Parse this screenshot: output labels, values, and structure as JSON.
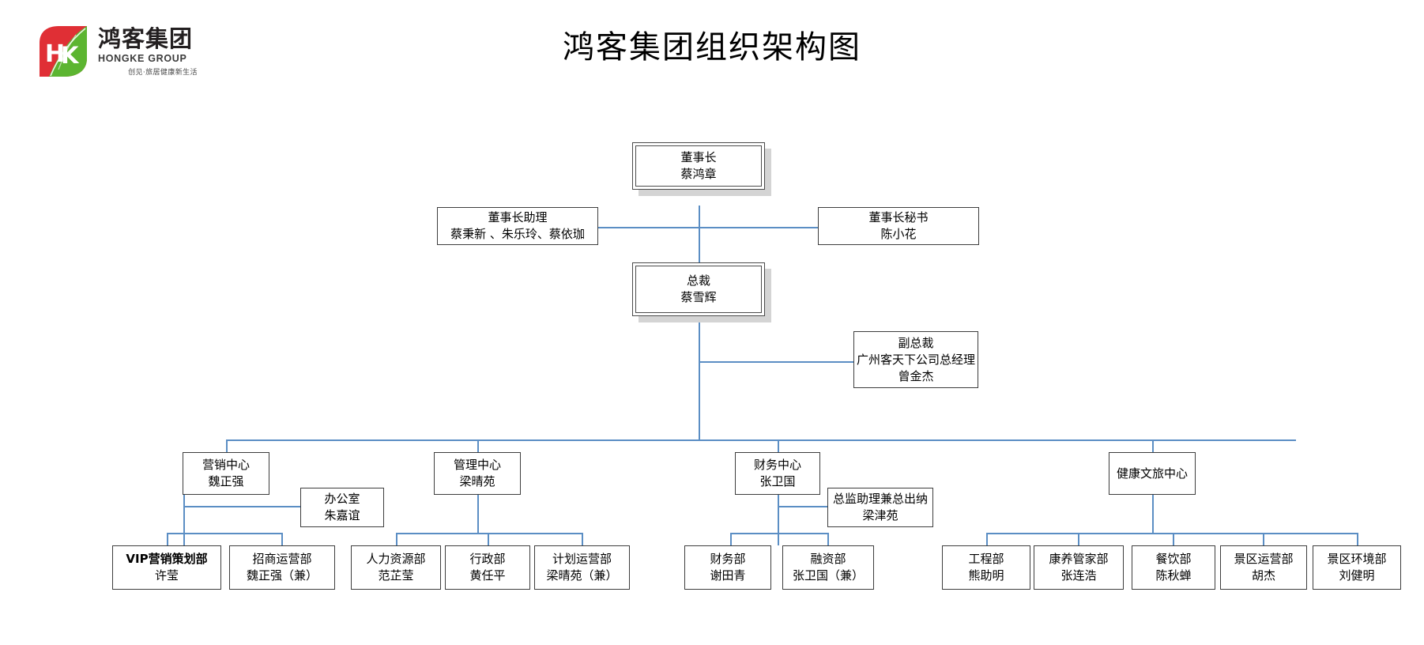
{
  "document": {
    "title": "鸿客集团组织架构图"
  },
  "logo": {
    "mark_text": "HK",
    "cn_name": "鸿客集团",
    "en_name": "HONGKE GROUP",
    "slogan": "创见·旅居健康新生活",
    "red": "#e02f35",
    "green": "#5cb531"
  },
  "colors": {
    "connector": "#5b8ec4",
    "box_border": "#3d3d3d",
    "shadow": "#d4d4d4",
    "text": "#000000"
  },
  "chart_data": {
    "type": "diagram",
    "title": "鸿客集团组织架构图",
    "nodes": [
      {
        "id": "chairman",
        "title": "董事长",
        "name": "蔡鸿章"
      },
      {
        "id": "chair_asst",
        "title": "董事长助理",
        "name": "蔡秉新 、朱乐玲、蔡依珈"
      },
      {
        "id": "chair_sec",
        "title": "董事长秘书",
        "name": "陈小花"
      },
      {
        "id": "president",
        "title": "总裁",
        "name": "蔡雪辉"
      },
      {
        "id": "vp",
        "title": "副总裁",
        "line2": "广州客天下公司总经理",
        "name": "曾金杰"
      },
      {
        "id": "c_mkt",
        "title": "营销中心",
        "name": "魏正强"
      },
      {
        "id": "c_mgmt",
        "title": "管理中心",
        "name": "梁晴苑"
      },
      {
        "id": "c_fin",
        "title": "财务中心",
        "name": "张卫国"
      },
      {
        "id": "c_health",
        "title": "健康文旅中心",
        "name": ""
      },
      {
        "id": "office",
        "title": "办公室",
        "name": "朱嘉谊"
      },
      {
        "id": "fin_asst",
        "title": "总监助理兼总出纳",
        "name": "梁津苑"
      },
      {
        "id": "d_vip",
        "title": "VIP营销策划部",
        "name": "许莹"
      },
      {
        "id": "d_invest",
        "title": "招商运营部",
        "name": "魏正强（兼）"
      },
      {
        "id": "d_hr",
        "title": "人力资源部",
        "name": "范芷莹"
      },
      {
        "id": "d_admin",
        "title": "行政部",
        "name": "黄任平"
      },
      {
        "id": "d_plan",
        "title": "计划运营部",
        "name": "梁晴苑（兼）"
      },
      {
        "id": "d_finance",
        "title": "财务部",
        "name": "谢田青"
      },
      {
        "id": "d_funding",
        "title": "融资部",
        "name": "张卫国（兼）"
      },
      {
        "id": "d_eng",
        "title": "工程部",
        "name": "熊助明"
      },
      {
        "id": "d_care",
        "title": "康养管家部",
        "name": "张连浩"
      },
      {
        "id": "d_food",
        "title": "餐饮部",
        "name": "陈秋蝉"
      },
      {
        "id": "d_scenic",
        "title": "景区运营部",
        "name": "胡杰"
      },
      {
        "id": "d_env",
        "title": "景区环境部",
        "name": "刘健明"
      }
    ],
    "edges": [
      [
        "chairman",
        "chair_asst"
      ],
      [
        "chairman",
        "chair_sec"
      ],
      [
        "chairman",
        "president"
      ],
      [
        "president",
        "vp"
      ],
      [
        "president",
        "c_mkt"
      ],
      [
        "president",
        "c_mgmt"
      ],
      [
        "president",
        "c_fin"
      ],
      [
        "president",
        "c_health"
      ],
      [
        "c_mkt",
        "office"
      ],
      [
        "c_mkt",
        "d_vip"
      ],
      [
        "c_mkt",
        "d_invest"
      ],
      [
        "c_mgmt",
        "d_hr"
      ],
      [
        "c_mgmt",
        "d_admin"
      ],
      [
        "c_mgmt",
        "d_plan"
      ],
      [
        "c_fin",
        "fin_asst"
      ],
      [
        "c_fin",
        "d_finance"
      ],
      [
        "c_fin",
        "d_funding"
      ],
      [
        "c_health",
        "d_eng"
      ],
      [
        "c_health",
        "d_care"
      ],
      [
        "c_health",
        "d_food"
      ],
      [
        "c_health",
        "d_scenic"
      ],
      [
        "c_health",
        "d_env"
      ]
    ]
  }
}
